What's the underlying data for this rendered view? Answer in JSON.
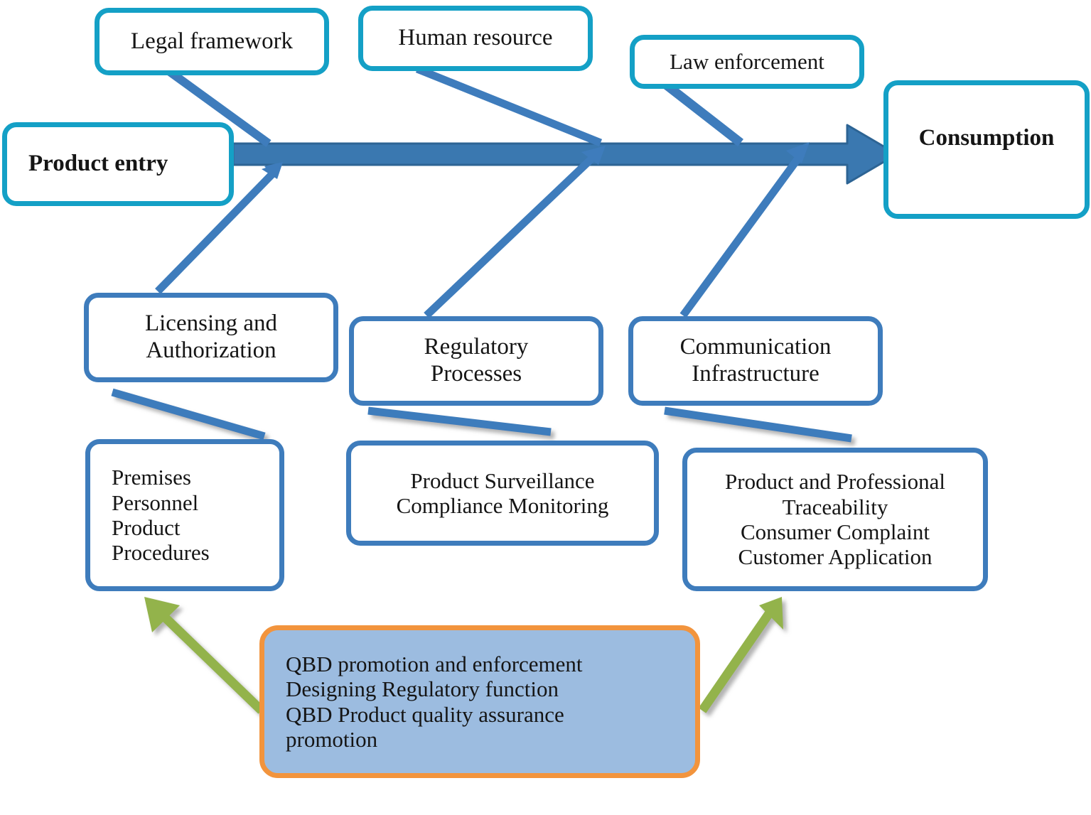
{
  "diagram": {
    "type": "fishbone-ishikawa",
    "title": "",
    "colors": {
      "teal_border": "#14A0C6",
      "blue_border": "#3E7CBC",
      "orange_border": "#F2943D",
      "qbd_fill": "#9CBCE0",
      "spine_arrow": "#3A78B0",
      "branch_line": "#3E7CBC",
      "green_arrow": "#93B34C",
      "text": "#151515",
      "background": "#FFFFFF"
    }
  },
  "nodes": {
    "legal_framework": {
      "label": "Legal framework",
      "style": "teal"
    },
    "human_resource": {
      "label": "Human resource",
      "style": "teal"
    },
    "law_enforcement": {
      "label": "Law enforcement",
      "style": "teal"
    },
    "product_entry": {
      "label": "Product entry",
      "style": "teal",
      "bold": true
    },
    "consumption": {
      "label": "Consumption",
      "style": "teal",
      "bold": true
    },
    "licensing": {
      "line1": "Licensing and",
      "line2": "Authorization",
      "style": "blue"
    },
    "regulatory": {
      "line1": "Regulatory",
      "line2": "Processes",
      "style": "blue"
    },
    "communication": {
      "line1": "Communication",
      "line2": "Infrastructure",
      "style": "blue"
    },
    "premises": {
      "style": "blue",
      "lines": [
        "Premises",
        "Personnel",
        "Product",
        "Procedures"
      ]
    },
    "surveillance": {
      "style": "blue",
      "lines": [
        "Product Surveillance",
        "Compliance Monitoring"
      ]
    },
    "traceability": {
      "style": "blue",
      "lines": [
        "Product and Professional",
        "Traceability",
        "Consumer Complaint",
        "Customer Application"
      ]
    },
    "qbd": {
      "style": "orange",
      "lines": [
        "QBD promotion and enforcement",
        "Designing Regulatory function",
        "QBD Product quality assurance",
        "promotion"
      ]
    }
  },
  "connectors": [
    {
      "name": "spine-arrow",
      "from": "product_entry",
      "to": "consumption",
      "kind": "thick-arrow"
    },
    {
      "name": "legal-branch",
      "from": "legal_framework",
      "to": "spine",
      "kind": "line"
    },
    {
      "name": "human-branch",
      "from": "human_resource",
      "to": "spine",
      "kind": "line"
    },
    {
      "name": "law-branch",
      "from": "law_enforcement",
      "to": "spine",
      "kind": "line"
    },
    {
      "name": "licensing-branch",
      "from": "licensing",
      "to": "spine",
      "kind": "arrow"
    },
    {
      "name": "regulatory-branch",
      "from": "regulatory",
      "to": "spine",
      "kind": "arrow"
    },
    {
      "name": "communication-branch",
      "from": "communication",
      "to": "spine",
      "kind": "arrow"
    },
    {
      "name": "licensing-to-premises",
      "from": "licensing",
      "to": "premises",
      "kind": "line"
    },
    {
      "name": "regulatory-to-surveillance",
      "from": "regulatory",
      "to": "surveillance",
      "kind": "line"
    },
    {
      "name": "communication-to-traceability",
      "from": "communication",
      "to": "traceability",
      "kind": "line"
    },
    {
      "name": "qbd-to-premises",
      "from": "qbd",
      "to": "premises",
      "kind": "green-arrow"
    },
    {
      "name": "qbd-to-traceability",
      "from": "qbd",
      "to": "traceability",
      "kind": "green-arrow"
    }
  ]
}
